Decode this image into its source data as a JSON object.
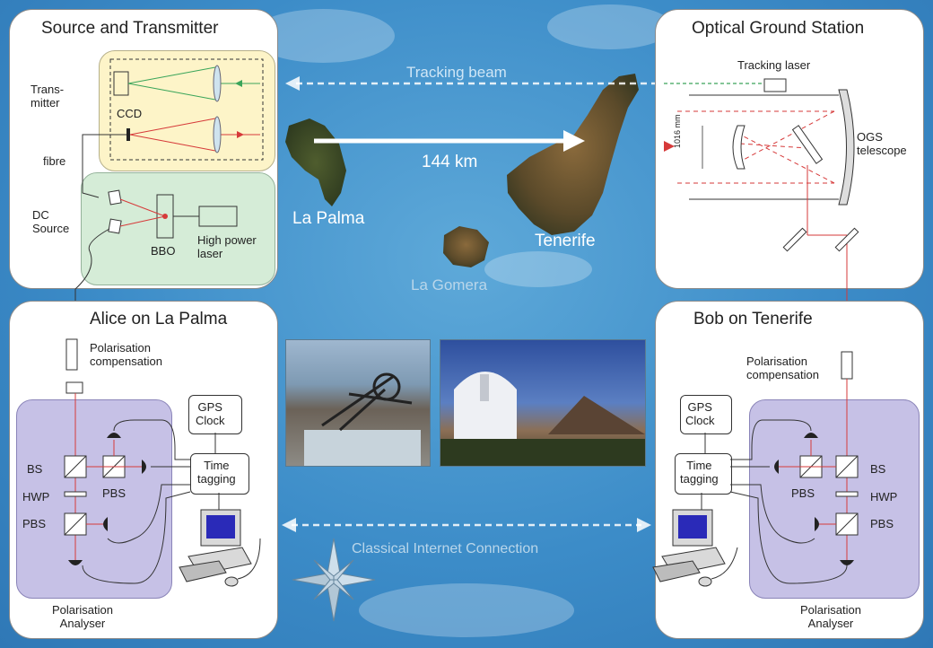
{
  "source_panel": {
    "title": "Source and Transmitter",
    "transmitter_label": "Trans-\nmitter",
    "ccd_label": "CCD",
    "fibre_label": "fibre",
    "dc_source_label": "DC\nSource",
    "bbo_label": "BBO",
    "laser_label": "High power\nlaser"
  },
  "ogs_panel": {
    "title": "Optical Ground Station",
    "tracking_laser_label": "Tracking laser",
    "dimension_label": "1016 mm",
    "ogs_label": "OGS\ntelescope"
  },
  "alice_panel": {
    "title": "Alice on La Palma",
    "polarisation_compensation": "Polarisation\ncompensation",
    "gps_clock": "GPS\nClock",
    "time_tagging": "Time\ntagging",
    "bs": "BS",
    "pbs_right": "PBS",
    "hwp": "HWP",
    "pbs_left": "PBS",
    "analyser": "Polarisation\nAnalyser"
  },
  "bob_panel": {
    "title": "Bob on Tenerife",
    "polarisation_compensation": "Polarisation\ncompensation",
    "gps_clock": "GPS\nClock",
    "time_tagging": "Time\ntagging",
    "bs": "BS",
    "pbs_left": "PBS",
    "hwp": "HWP",
    "pbs_right": "PBS",
    "analyser": "Polarisation\nAnalyser"
  },
  "map": {
    "tracking_beam": "Tracking beam",
    "distance": "144 km",
    "la_palma": "La Palma",
    "tenerife": "Tenerife",
    "la_gomera": "La Gomera",
    "internet": "Classical Internet Connection"
  },
  "colors": {
    "source_box": "#fdf4c8",
    "dc_box": "#d5ecd7",
    "analyser_box": "#c6c1e6",
    "beam_red": "#d63a3a",
    "beam_green": "#3aa55a"
  }
}
